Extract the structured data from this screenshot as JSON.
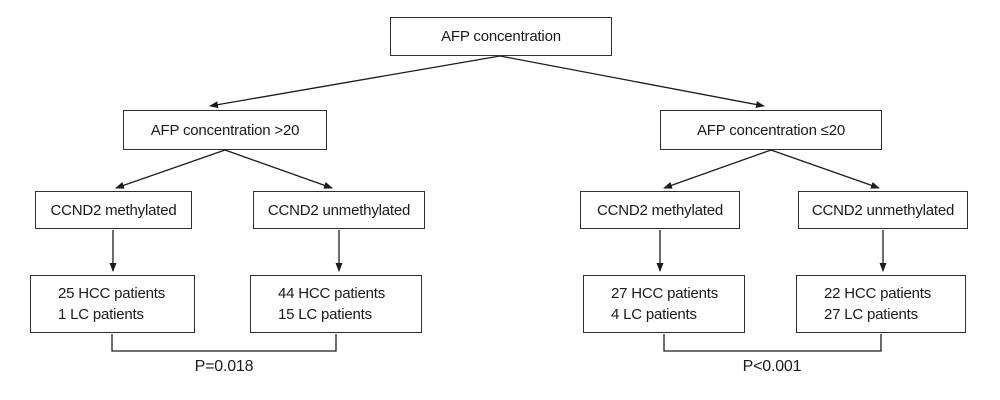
{
  "diagram": {
    "root": {
      "label": "AFP concentration"
    },
    "branches": [
      {
        "condition": "AFP concentration >20",
        "children": [
          {
            "label": "CCND2 methylated",
            "counts": [
              "25 HCC patients",
              "1 LC patients"
            ]
          },
          {
            "label": "CCND2 unmethylated",
            "counts": [
              "44 HCC patients",
              "15 LC patients"
            ]
          }
        ],
        "p_value": "P=0.018"
      },
      {
        "condition": "AFP concentration ≤20",
        "children": [
          {
            "label": "CCND2 methylated",
            "counts": [
              "27 HCC patients",
              "4 LC patients"
            ]
          },
          {
            "label": "CCND2 unmethylated",
            "counts": [
              "22 HCC patients",
              "27 LC patients"
            ]
          }
        ],
        "p_value": "P<0.001"
      }
    ],
    "colors": {
      "line": "#1c1c1c",
      "border": "#2e2e2e",
      "background": "#ffffff",
      "text": "#1a1a1a"
    }
  }
}
